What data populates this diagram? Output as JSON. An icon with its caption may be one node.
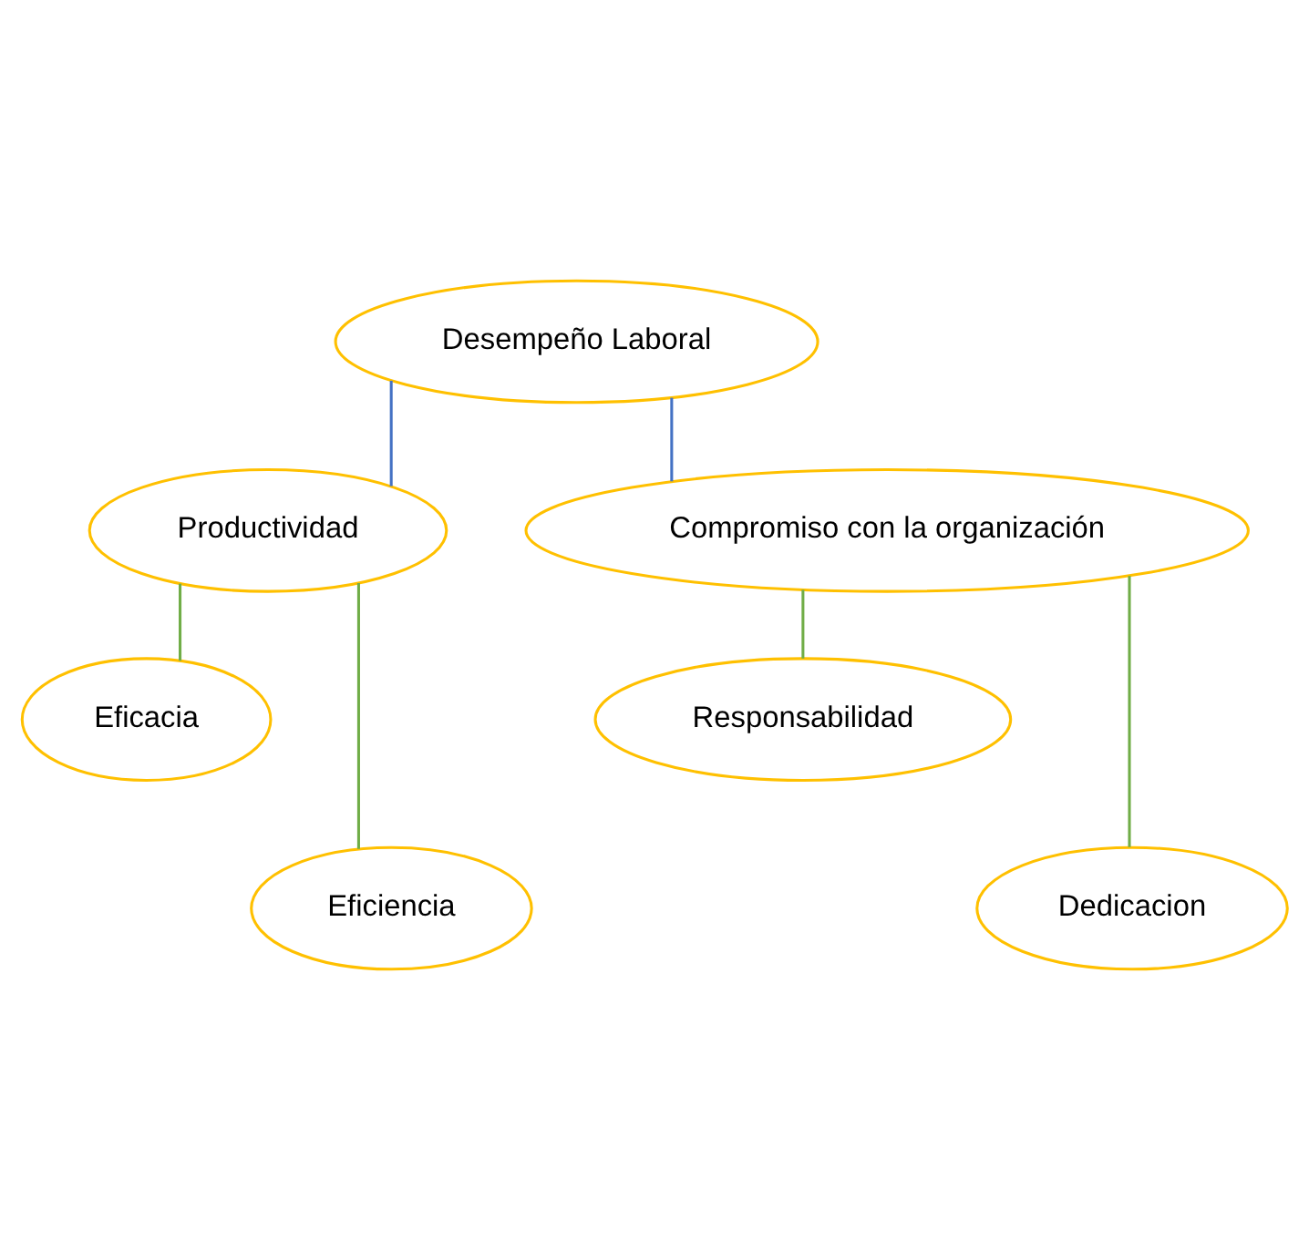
{
  "diagram": {
    "nodes": [
      {
        "text": [
          "Desempeño Laboral"
        ]
      },
      {
        "text": [
          "Productividad"
        ]
      },
      {
        "text": [
          "Compromiso con la organización"
        ]
      },
      {
        "text": [
          "Eficacia"
        ]
      },
      {
        "text": [
          "Eficiencia"
        ]
      },
      {
        "text": [
          "Responsabilidad"
        ]
      },
      {
        "text": [
          "Dedicacion"
        ]
      }
    ],
    "edges": [
      {
        "from": 0,
        "to": 1,
        "arrow": "none",
        "color": "#4472c4"
      },
      {
        "from": 0,
        "to": 2,
        "arrow": "none",
        "color": "#4472c4"
      },
      {
        "from": 1,
        "to": 3,
        "arrow": "none"
      },
      {
        "from": 1,
        "to": 4,
        "arrow": "none"
      },
      {
        "from": 2,
        "to": 5,
        "arrow": "none"
      },
      {
        "from": 2,
        "to": 6,
        "arrow": "none"
      }
    ]
  }
}
